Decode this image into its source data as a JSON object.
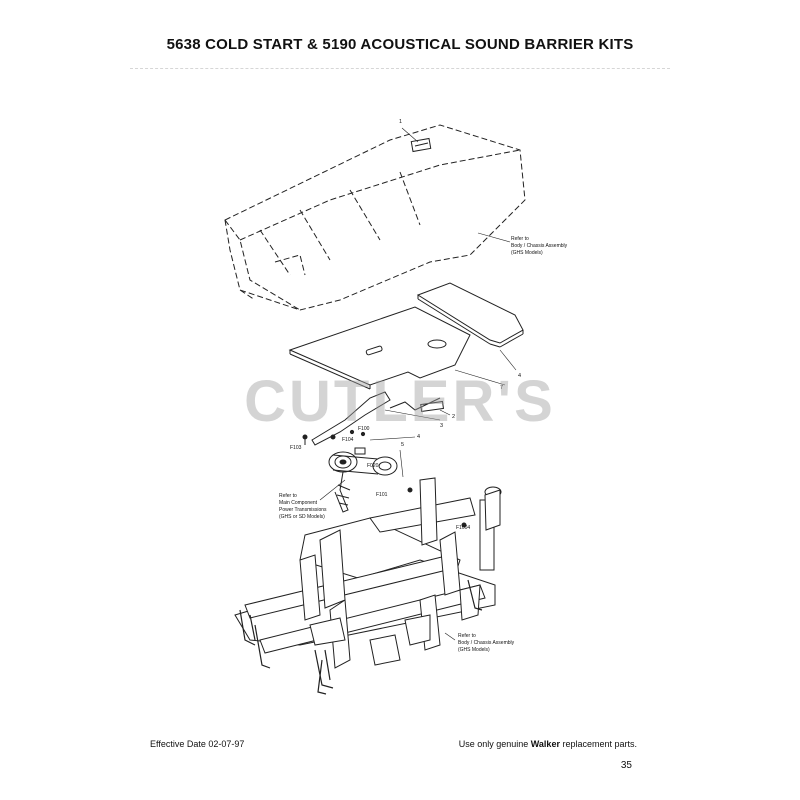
{
  "page": {
    "title": "5638 COLD START & 5190 ACOUSTICAL SOUND BARRIER KITS",
    "watermark": "CUTLER'S",
    "footer": {
      "effective_date": "Effective Date 02-07-97",
      "notice_prefix": "Use only genuine ",
      "notice_brand": "Walker",
      "notice_suffix": " replacement parts.",
      "page_number": "35"
    }
  },
  "diagram": {
    "callouts": {
      "c1": "1",
      "c2": "2",
      "c3": "3",
      "c4": "4",
      "c4b": "4",
      "c5": "5",
      "c7": "7"
    },
    "part_refs": {
      "f100": "F100",
      "f103": "F103",
      "f104": "F104",
      "f020": "F020",
      "f101": "F101",
      "f1004": "F1004"
    },
    "notes": {
      "body_1": [
        "Refer to",
        "Body / Chassis Assembly",
        "(GHS Models)"
      ],
      "power": [
        "Refer to",
        "Main Component",
        "Power Transmissions",
        "(GHS or SD Models)"
      ],
      "body_2": [
        "Refer to",
        "Body / Chassis Assembly",
        "(GHS Models)"
      ]
    }
  }
}
